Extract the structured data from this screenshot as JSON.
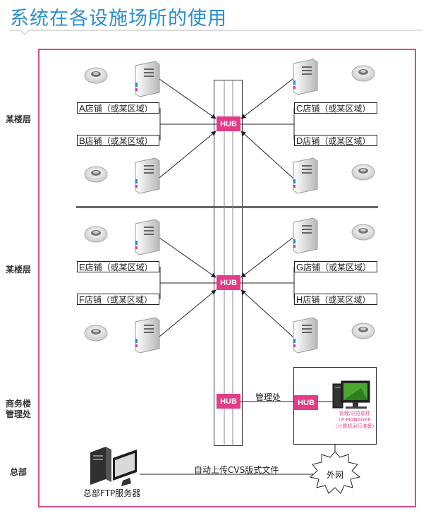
{
  "title": "系统在各设施场所的使用",
  "side_labels": {
    "floor_top": "某楼层",
    "floor_bottom": "某楼层",
    "mgmt": "商务楼\n管理处",
    "hq": "总部"
  },
  "hub_label": "HUB",
  "areas": {
    "a": {
      "letter": "A",
      "text": "店铺（或某区域）"
    },
    "b": {
      "letter": "B",
      "text": "店铺（或某区域）"
    },
    "c": {
      "letter": "C",
      "text": "店铺（或某区域）"
    },
    "d": {
      "letter": "D",
      "text": "店铺（或某区域）"
    },
    "e": {
      "letter": "E",
      "text": "店铺（或某区域）"
    },
    "f": {
      "letter": "F",
      "text": "店铺（或某区域）"
    },
    "g": {
      "letter": "G",
      "text": "店铺（或某区域）"
    },
    "h": {
      "letter": "H",
      "text": "店铺（或某区域）"
    }
  },
  "mgmt_office_label": "管理处",
  "software_lines": [
    "管理/浏览软件",
    "LP-MANAGER",
    "（计算机另行准备）"
  ],
  "upload_label": "自动上传CVS版式文件",
  "internet_label": "外网",
  "ftp_label": "总部FTP服务器",
  "colors": {
    "accent": "#e33b87",
    "title": "#2a8fd0",
    "frame": "#e0478e"
  }
}
